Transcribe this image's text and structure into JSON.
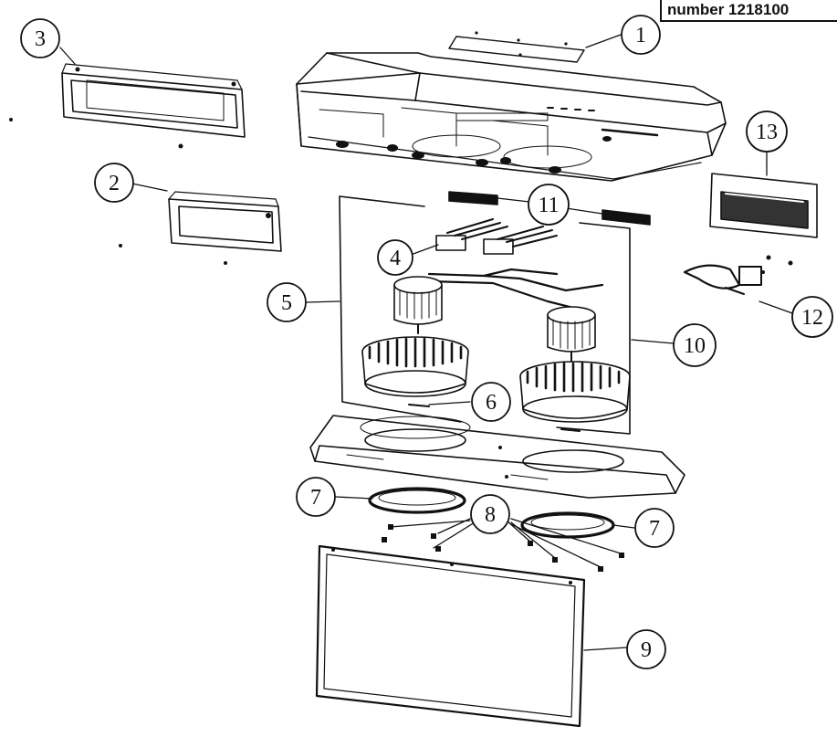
{
  "model_label": "number 1218100",
  "callouts": [
    "1",
    "2",
    "3",
    "4",
    "5",
    "6",
    "7",
    "7",
    "8",
    "9",
    "10",
    "11",
    "12",
    "13"
  ]
}
